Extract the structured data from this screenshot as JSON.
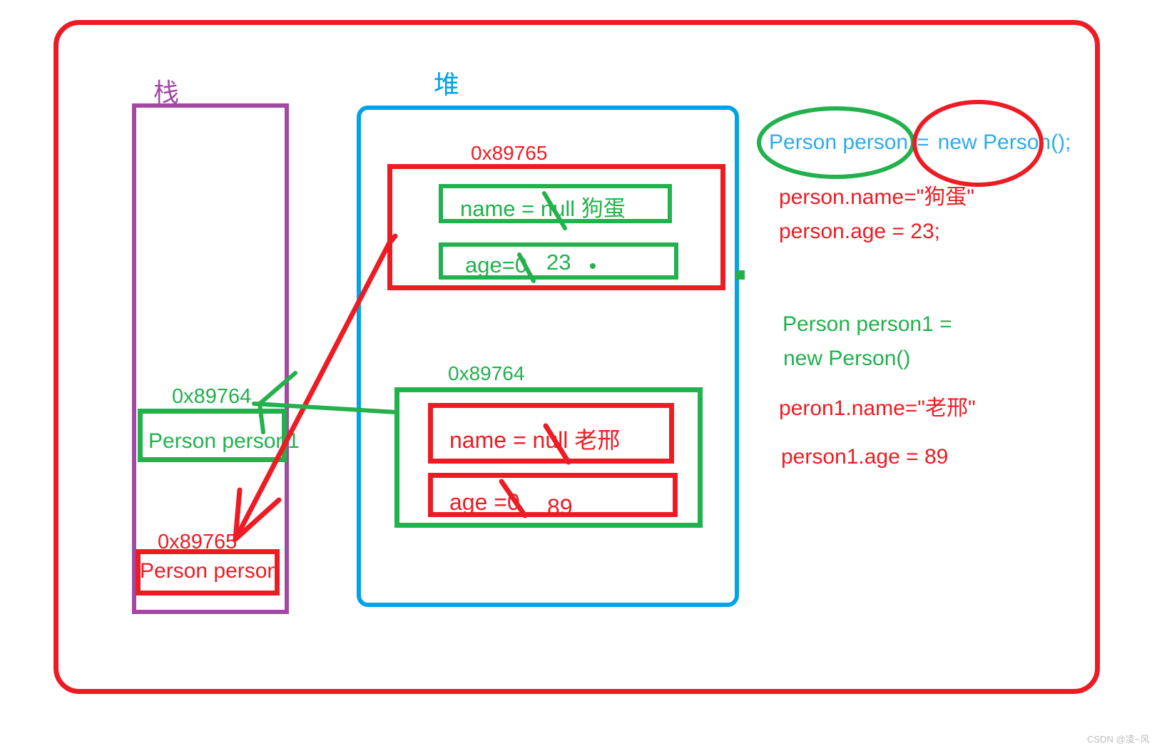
{
  "regions": {
    "stack_title": "栈",
    "heap_title": "堆"
  },
  "heap": {
    "person": {
      "address": "0x89765",
      "name_field": "name = null 狗蛋",
      "age_field": "age=0",
      "age_new_value": "23"
    },
    "person1": {
      "address": "0x89764",
      "name_field": "name = null 老邢",
      "age_field": "age =0",
      "age_new_value": "89"
    }
  },
  "stack": {
    "person1": {
      "address": "0x89764",
      "label": "Person person1"
    },
    "person": {
      "address": "0x89765",
      "label": "Person person"
    }
  },
  "code": {
    "decl_lhs": "Person person",
    "decl_eq": "=",
    "decl_rhs": "new Person();",
    "set_name": "person.name=\"狗蛋\"",
    "set_age": "person.age = 23;",
    "decl1_line1": "Person person1 =",
    "decl1_line2": "new Person()",
    "set_name1": "peron1.name=\"老邢\"",
    "set_age1": "person1.age = 89"
  },
  "watermark": "CSDN @凌~风",
  "colors": {
    "red": "#ed1c24",
    "green": "#22b14c",
    "blue": "#00a2e8",
    "blue_text": "#2fabec",
    "purple": "#a349a4",
    "watermark_gray": "#bdbdbd"
  }
}
